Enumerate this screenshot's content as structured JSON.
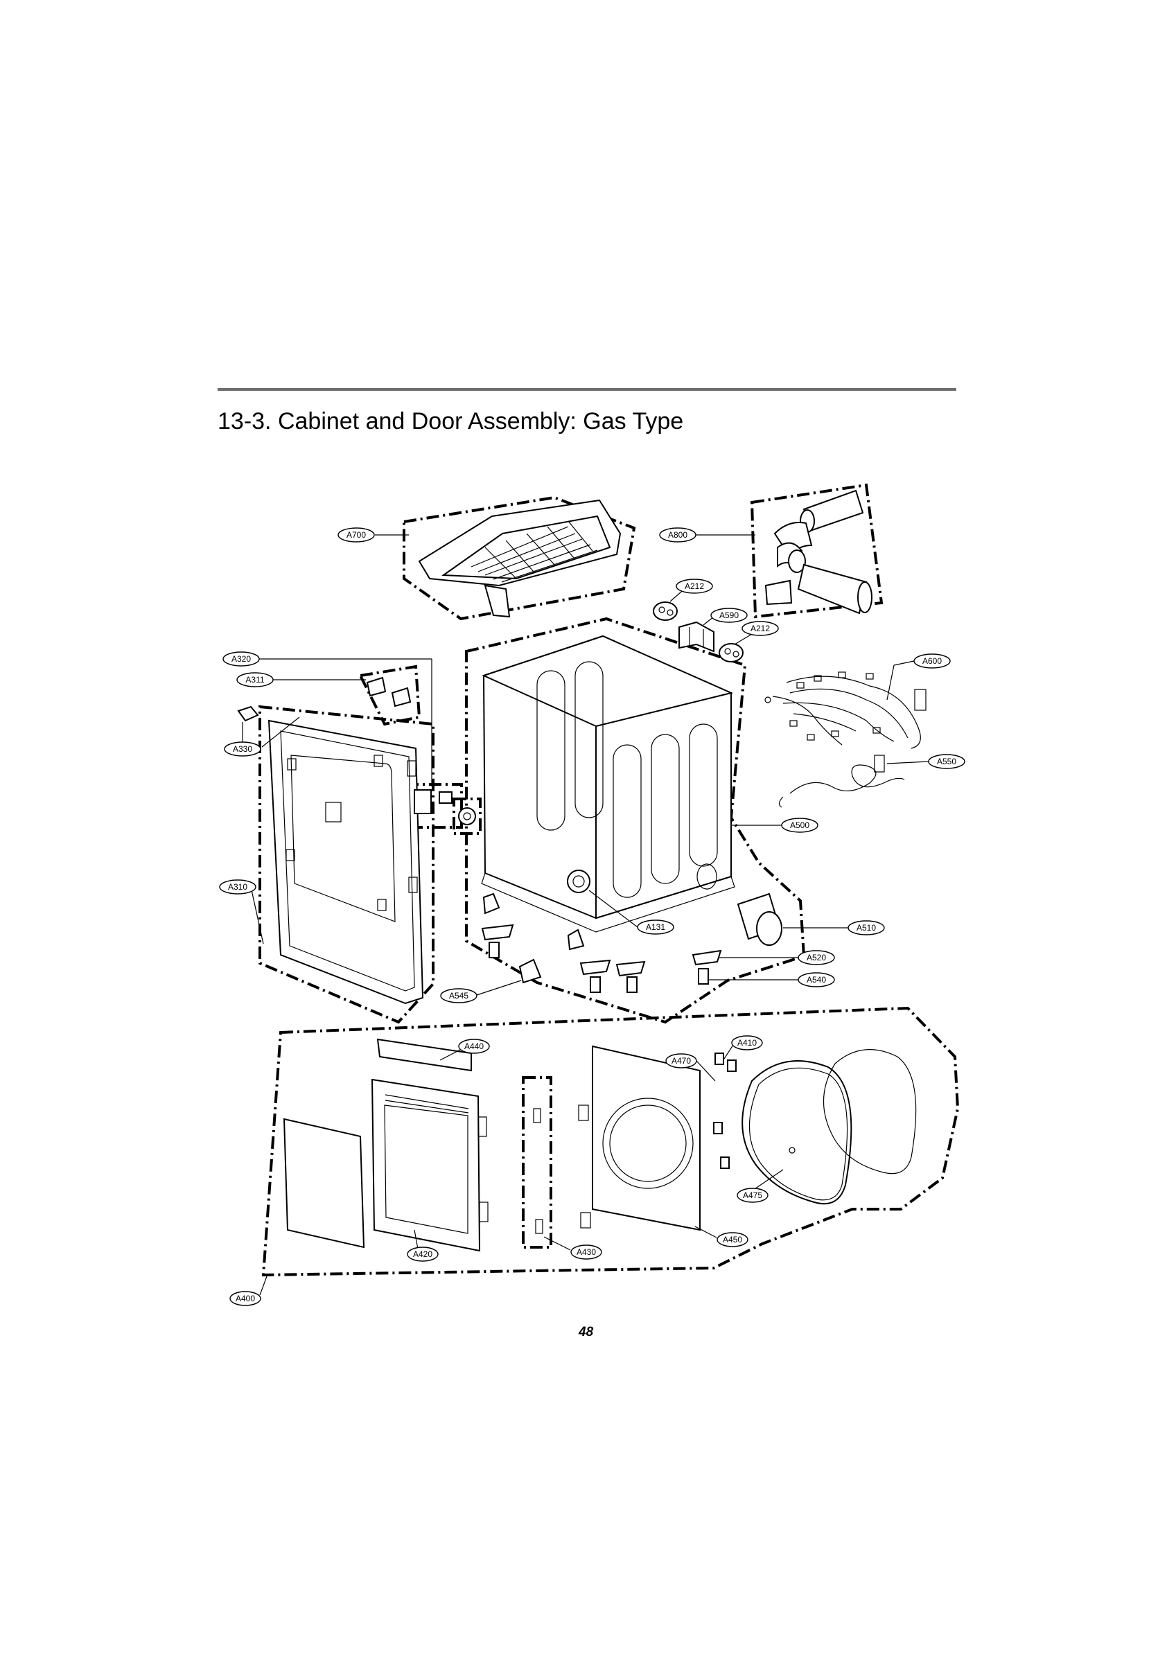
{
  "section": {
    "title": "13-3. Cabinet and Door Assembly: Gas Type"
  },
  "page_number": "48",
  "callouts": {
    "A700": "A700",
    "A800": "A800",
    "A212_top": "A212",
    "A590": "A590",
    "A212_right": "A212",
    "A320": "A320",
    "A311": "A311",
    "A330": "A330",
    "A310": "A310",
    "A600": "A600",
    "A550": "A550",
    "A500": "A500",
    "A131": "A131",
    "A510": "A510",
    "A520": "A520",
    "A540": "A540",
    "A545": "A545",
    "A440": "A440",
    "A410": "A410",
    "A470": "A470",
    "A475": "A475",
    "A450": "A450",
    "A430": "A430",
    "A420": "A420",
    "A400": "A400"
  }
}
